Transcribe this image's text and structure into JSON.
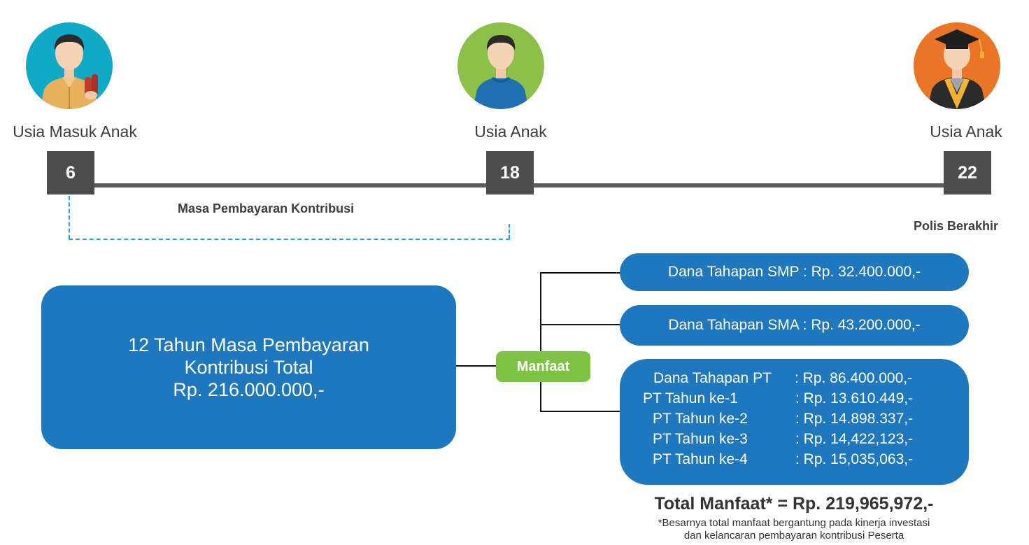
{
  "timeline": {
    "labels": {
      "start": "Usia Masuk Anak",
      "middle": "Usia  Anak",
      "end": "Usia  Anak"
    },
    "ages": {
      "start": "6",
      "middle": "18",
      "end": "22"
    },
    "payment_period_label": "Masa Pembayaran Kontribusi",
    "policy_end_label": "Polis Berakhir"
  },
  "avatars": [
    {
      "name": "child-icon",
      "color": "#12a9c6"
    },
    {
      "name": "teen-icon",
      "color": "#8cc04b"
    },
    {
      "name": "graduate-icon",
      "color": "#ea7526"
    }
  ],
  "contribution": {
    "line1": "12 Tahun Masa Pembayaran",
    "line2": "Kontribusi Total",
    "line3": "Rp. 216.000.000,-"
  },
  "manfaat_label": "Manfaat",
  "benefits": {
    "smp": "Dana Tahapan SMP : Rp. 32.400.000,-",
    "sma": "Dana Tahapan SMA : Rp. 43.200.000,-",
    "pt_rows": [
      {
        "name": "Dana Tahapan PT",
        "value": ": Rp. 86.400.000,-"
      },
      {
        "name": "PT Tahun ke-1",
        "value": ": Rp. 13.610.449,-"
      },
      {
        "name": "PT Tahun ke-2",
        "value": ": Rp. 14.898.337,-"
      },
      {
        "name": "PT Tahun ke-3",
        "value": ": Rp. 14,422,123,-"
      },
      {
        "name": "PT Tahun ke-4",
        "value": ": Rp. 15,035,063,-"
      }
    ]
  },
  "total": "Total Manfaat* = Rp. 219,965,972,-",
  "footnote": {
    "line1": "*Besarnya total manfaat bergantung pada kinerja investasi",
    "line2": "dan kelancaran pembayaran kontribusi Peserta"
  },
  "colors": {
    "primary_blue": "#1f78be",
    "manfaat_green": "#7dc242",
    "age_box": "#4d4d4d",
    "dashed": "#2f9fdb"
  }
}
